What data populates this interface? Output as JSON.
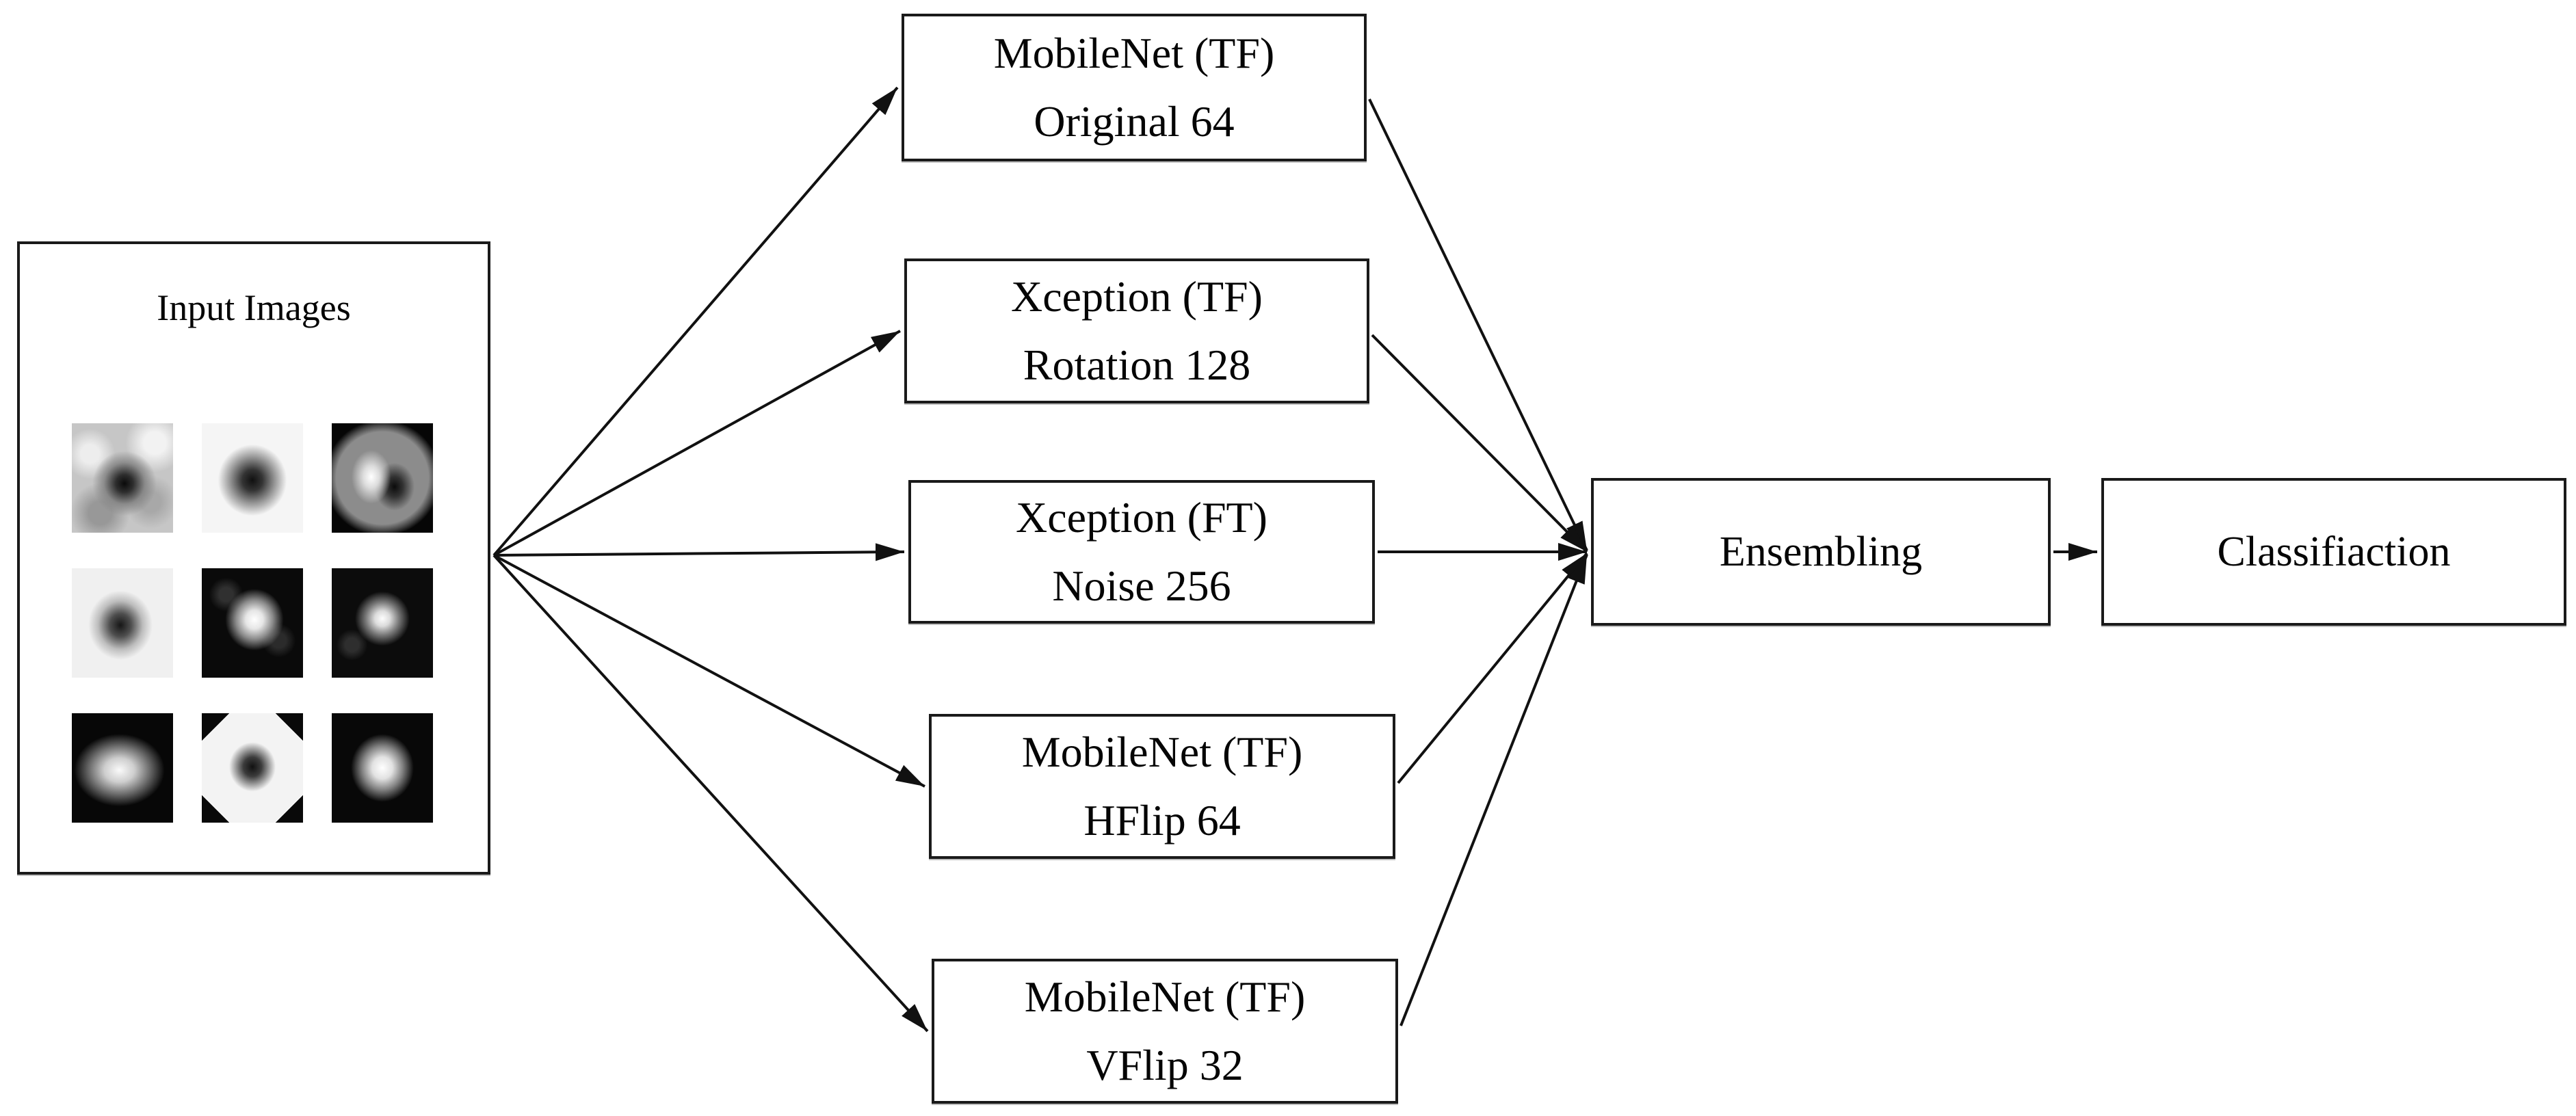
{
  "diagram": {
    "input_box": {
      "title": "Input Images",
      "thumbnails": [
        "noisy-gray-dark-blob-thumbnail",
        "light-dark-blob-thumbnail",
        "gray-disc-dipole-thumbnail",
        "pale-dark-blob-thumbnail",
        "dark-noisy-bright-blob-thumbnail",
        "dark-noisy-small-bright-blob-thumbnail",
        "dark-soft-white-ellipse-thumbnail",
        "white-diamond-dark-blob-thumbnail",
        "dark-round-white-blob-thumbnail"
      ]
    },
    "models": [
      {
        "line1": "MobileNet (TF)",
        "line2": "Original 64"
      },
      {
        "line1": "Xception (TF)",
        "line2": "Rotation 128"
      },
      {
        "line1": "Xception (FT)",
        "line2": "Noise 256"
      },
      {
        "line1": "MobileNet (TF)",
        "line2": "HFlip 64"
      },
      {
        "line1": "MobileNet (TF)",
        "line2": "VFlip 32"
      }
    ],
    "ensembling": {
      "label": "Ensembling"
    },
    "classification": {
      "label": "Classifiaction"
    },
    "colors": {
      "line": "#111111",
      "border": "#1a1a1a",
      "background": "#ffffff",
      "text": "#050505"
    }
  }
}
